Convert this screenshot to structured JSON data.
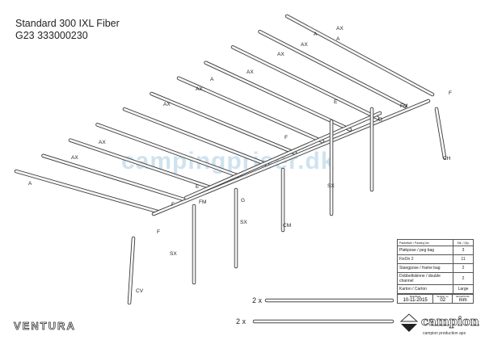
{
  "header": {
    "title": "Standard 300 IXL Fiber",
    "code": "G23 333000230"
  },
  "watermark": "campingpriser.dk",
  "part_labels": {
    "ax": "AX",
    "a": "A",
    "e": "E",
    "f": "F",
    "fm": "FM",
    "g": "G",
    "ch": "CH",
    "sx": "SX",
    "cm": "CM",
    "cv": "CV"
  },
  "packing_table": {
    "header": "Pakkeliste / Packing list",
    "qty_header": "Stk. / Qty.",
    "rows": [
      {
        "item": "Pløkpose / peg bag",
        "qty": "3"
      },
      {
        "item": "FixOn 2",
        "qty": "11"
      },
      {
        "item": "Stangpose / frame bag",
        "qty": "2"
      },
      {
        "item": "Dobbeltskinne / double channel",
        "qty": "2"
      },
      {
        "item": "Karton / Carton",
        "qty": "Large"
      }
    ],
    "footer": {
      "date_label": "Dato/Date",
      "date": "10-11-2015",
      "version_label": "Version no.",
      "version": "02",
      "unit_label": "Enhed/Units",
      "unit": "mm"
    }
  },
  "extra_poles": {
    "qty1": "2 x",
    "qty2": "2 x"
  },
  "brand_left": "VENTURA",
  "brand_right": {
    "name": "campion",
    "tagline": "campion production aps"
  },
  "colors": {
    "line": "#333333",
    "pole_fill": "#f4f4f4",
    "watermark": "#cfe3ef"
  }
}
